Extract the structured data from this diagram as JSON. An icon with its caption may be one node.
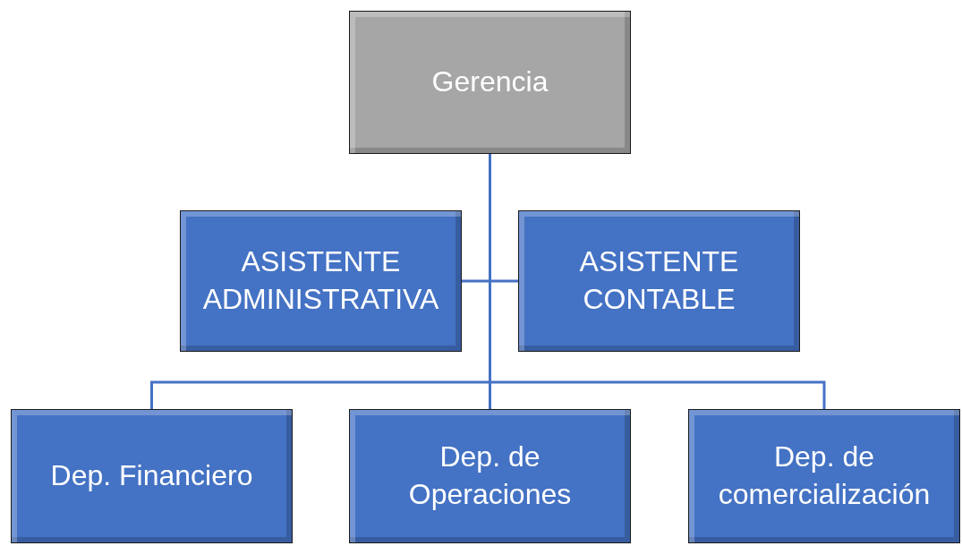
{
  "diagram": {
    "nodes": [
      {
        "text": [
          "Gerencia"
        ]
      },
      {
        "text": [
          "ASISTENTE ADMINISTRATIVA"
        ]
      },
      {
        "text": [
          "ASISTENTE CONTABLE"
        ]
      },
      {
        "text": [
          "Dep. Financiero"
        ]
      },
      {
        "text": [
          "Dep. de Operaciones"
        ]
      },
      {
        "text": [
          "Dep. de comercialización"
        ]
      }
    ],
    "edges": [
      {
        "from": 0,
        "to": 1,
        "arrow": "none"
      },
      {
        "from": 0,
        "to": 2,
        "arrow": "none"
      },
      {
        "from": 0,
        "to": 3,
        "arrow": "none"
      },
      {
        "from": 0,
        "to": 4,
        "arrow": "none"
      },
      {
        "from": 0,
        "to": 5,
        "arrow": "none"
      }
    ]
  }
}
